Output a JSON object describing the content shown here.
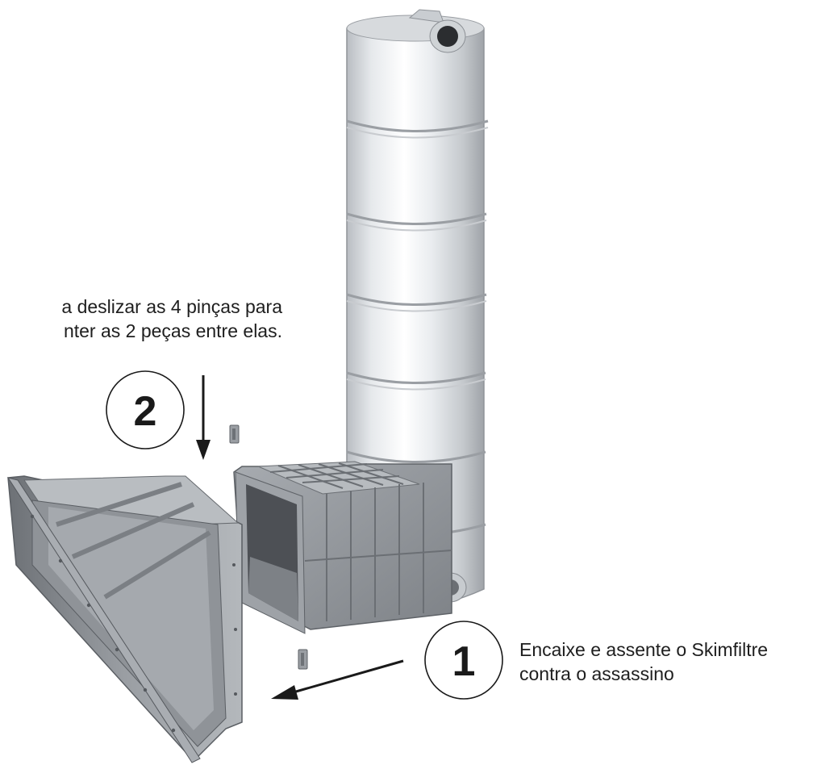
{
  "steps": [
    {
      "number": "2",
      "text_lines": [
        "a deslizar as 4 pinças para",
        "nter as 2 peças entre elas."
      ]
    },
    {
      "number": "1",
      "text_lines": [
        "Encaixe e assente o Skimfiltre",
        "contra o assassino"
      ]
    }
  ],
  "colors": {
    "text": "#1e1e1e",
    "plastic_light": "#dcdfe3",
    "plastic_grey": "#8e9296",
    "arrow": "#1a1a1a"
  }
}
